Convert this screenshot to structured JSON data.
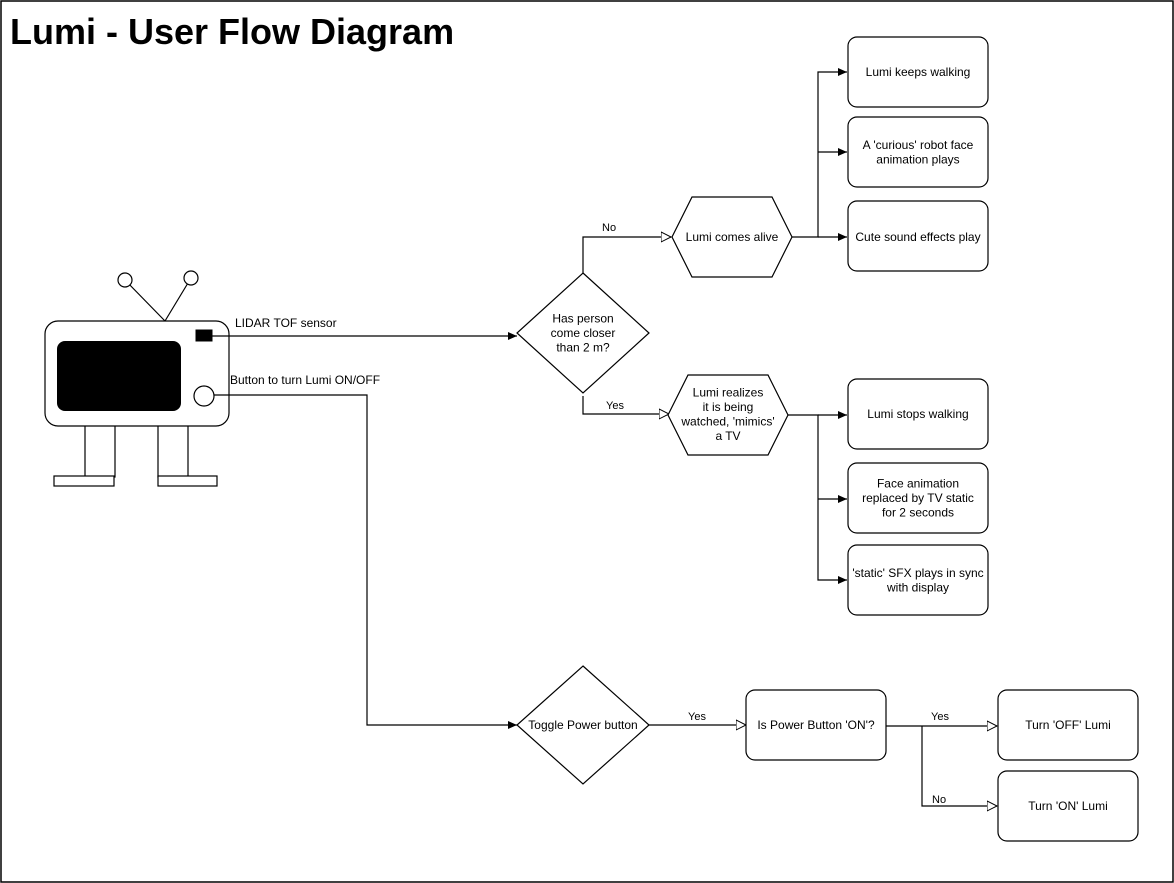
{
  "title": "Lumi - User Flow Diagram",
  "robot": {
    "lidar_label": "LIDAR TOF sensor",
    "button_label": "Button to turn Lumi ON/OFF"
  },
  "decision_distance": {
    "lines": [
      "Has person",
      "come closer",
      "than 2 m?"
    ]
  },
  "decision_toggle": {
    "lines": [
      "Toggle Power button"
    ]
  },
  "hex_alive": {
    "lines": [
      "Lumi comes alive"
    ]
  },
  "hex_mimics": {
    "lines": [
      "Lumi realizes",
      "it is being",
      "watched, 'mimics'",
      "a TV"
    ]
  },
  "power_check": {
    "lines": [
      "Is Power Button 'ON'?"
    ]
  },
  "alive_outcomes": [
    {
      "lines": [
        "Lumi keeps walking"
      ]
    },
    {
      "lines": [
        "A 'curious' robot face",
        "animation plays"
      ]
    },
    {
      "lines": [
        "Cute sound effects play"
      ]
    }
  ],
  "mimic_outcomes": [
    {
      "lines": [
        "Lumi stops walking"
      ]
    },
    {
      "lines": [
        "Face animation",
        "replaced by TV static",
        "for 2 seconds"
      ]
    },
    {
      "lines": [
        "'static' SFX plays in sync",
        "with display"
      ]
    }
  ],
  "power_outcomes": [
    {
      "lines": [
        "Turn 'OFF' Lumi"
      ]
    },
    {
      "lines": [
        "Turn 'ON' Lumi"
      ]
    }
  ],
  "edge_labels": {
    "no_alive": "No",
    "yes_mimic": "Yes",
    "yes_toggle": "Yes",
    "yes_off": "Yes",
    "no_on": "No"
  }
}
